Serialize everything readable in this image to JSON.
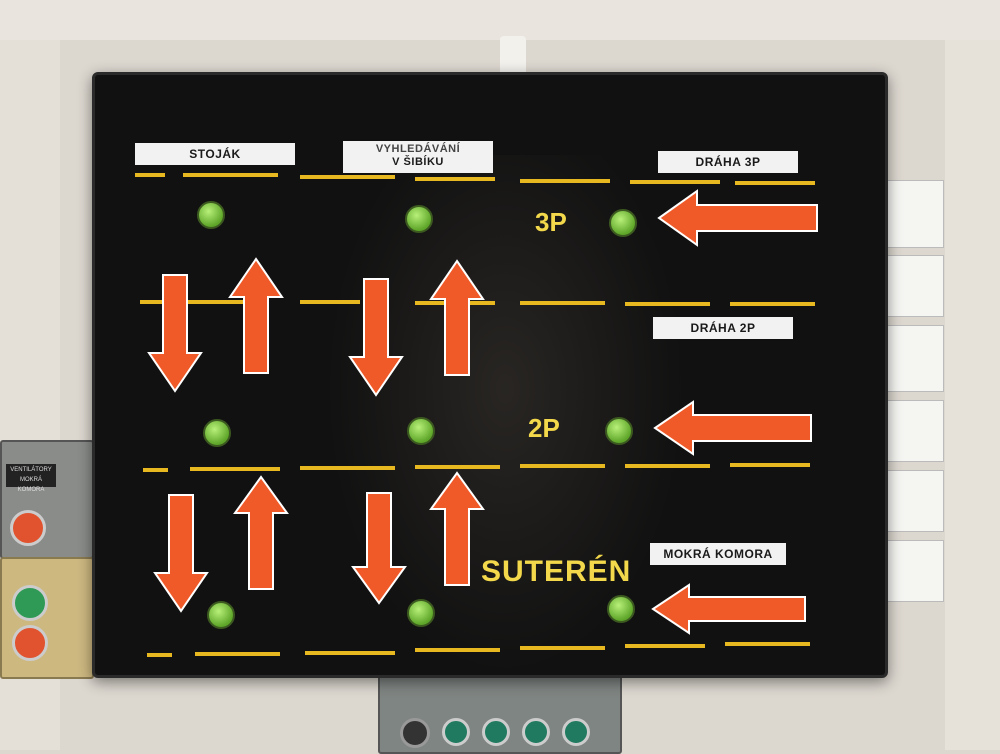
{
  "panel": {
    "labels": {
      "stojak": "STOJÁK",
      "sibik_line1": "VYHLEDÁVÁNÍ",
      "sibik_line2": "V ŠIBÍKU",
      "draha_3p": "DRÁHA 3P",
      "draha_2p": "DRÁHA 2P",
      "mokra_komora": "MOKRÁ KOMORA"
    },
    "floors": {
      "f3": "3P",
      "f2": "2P",
      "basement": "SUTERÉN"
    }
  },
  "side_control": {
    "label_line1": "VENTILÁTORY",
    "label_line2": "MOKRÁ KOMORA"
  },
  "colors": {
    "panel_bg": "#111111",
    "arrow": "#f05a28",
    "lamp": "#7cc43a",
    "floor_text": "#f2d84a",
    "dash": "#e8b820"
  }
}
